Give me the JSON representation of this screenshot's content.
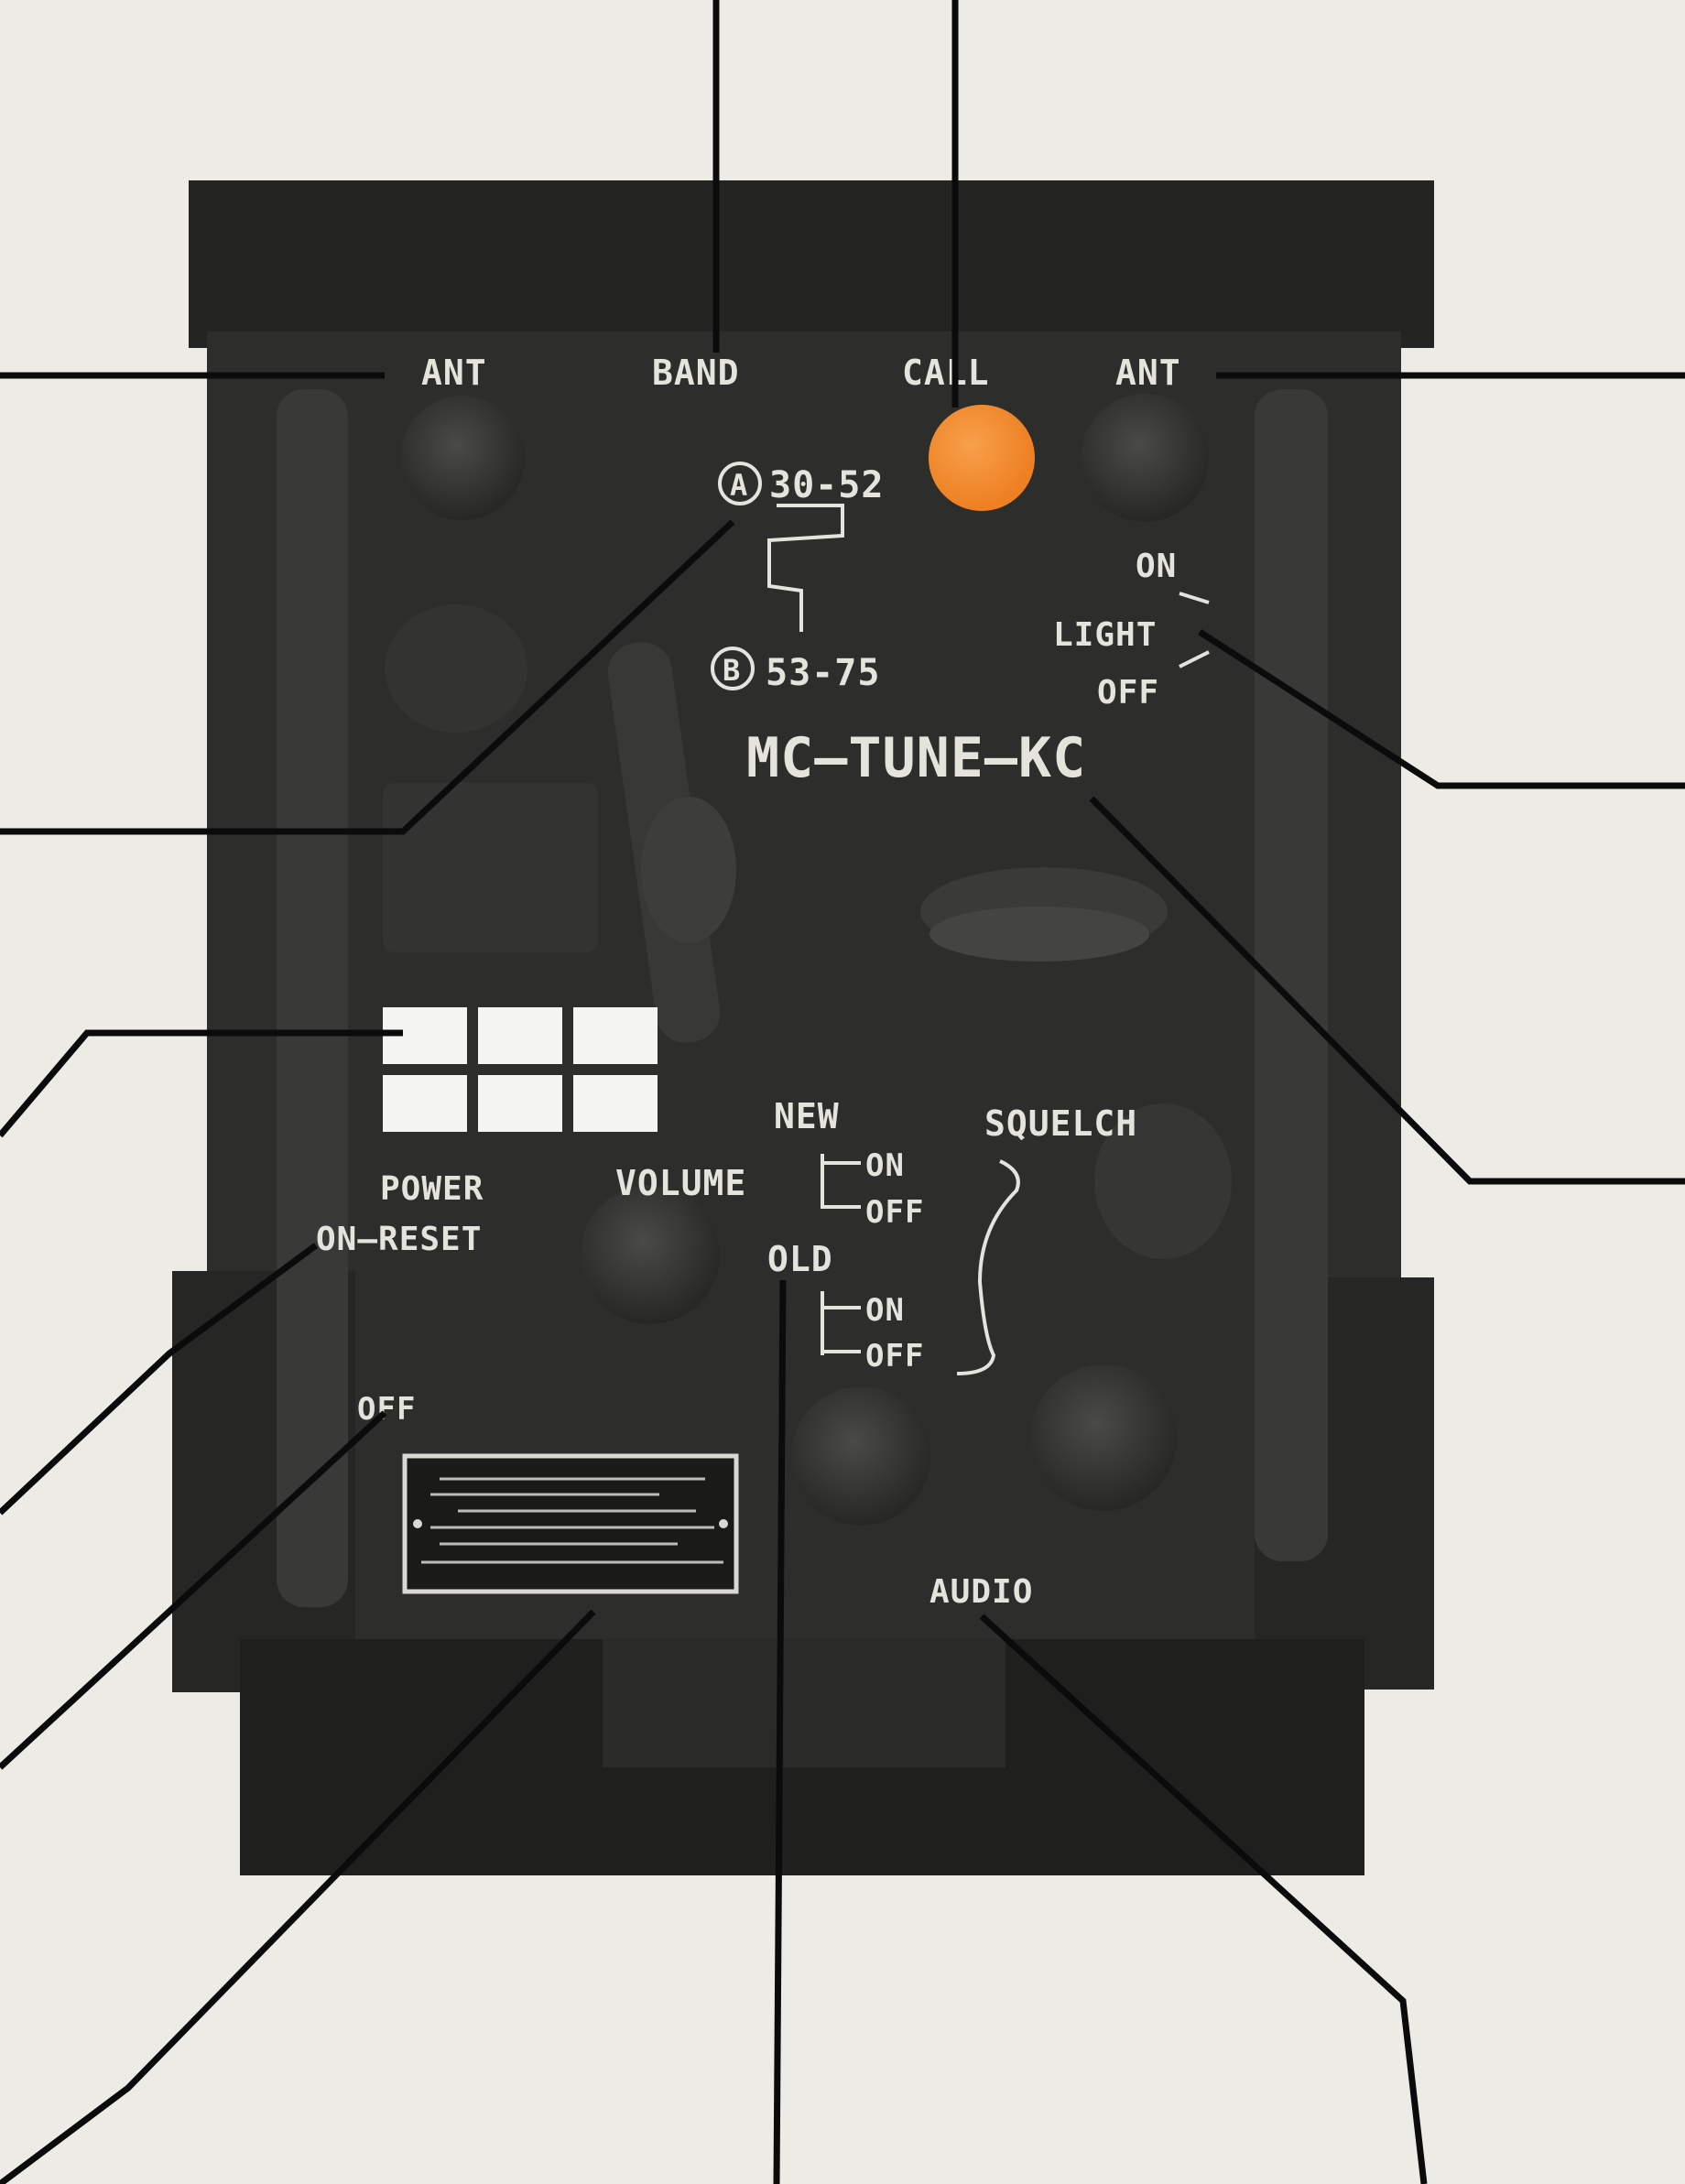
{
  "panel": {
    "labels": {
      "ant_left": "ANT",
      "band": "BAND",
      "call": "CALL",
      "ant_right": "ANT",
      "band_a_letter": "A",
      "band_a_range": "30-52",
      "band_b_letter": "B",
      "band_b_range": "53-75",
      "light_on": "ON",
      "light": "LIGHT",
      "light_off": "OFF",
      "tune": "MC—TUNE—KC",
      "power": "POWER",
      "on_reset": "ON—RESET",
      "off": "OFF",
      "volume": "VOLUME",
      "new": "NEW",
      "old": "OLD",
      "new_on": "ON",
      "new_off": "OFF",
      "old_on": "ON",
      "old_off": "OFF",
      "squelch": "SQUELCH",
      "audio": "AUDIO"
    },
    "call_lamp_color": "#ee7f22",
    "panel_color": "#2c2c2b",
    "frame_color": "#1d1d1c",
    "leader_color": "#0b0b0b",
    "paper_color": "#ecebe6",
    "display_cells": 6
  }
}
